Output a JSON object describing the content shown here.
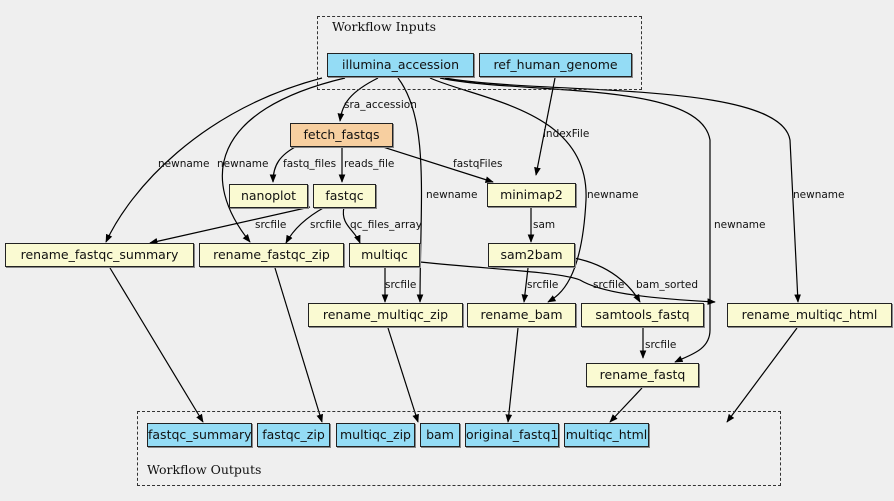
{
  "clusters": {
    "inputs": "Workflow Inputs",
    "outputs": "Workflow Outputs"
  },
  "nodes": {
    "illumina_accession": "illumina_accession",
    "ref_human_genome": "ref_human_genome",
    "fetch_fastqs": "fetch_fastqs",
    "nanoplot": "nanoplot",
    "fastqc": "fastqc",
    "minimap2": "minimap2",
    "sam2bam": "sam2bam",
    "rename_fastqc_summary": "rename_fastqc_summary",
    "rename_fastqc_zip": "rename_fastqc_zip",
    "multiqc": "multiqc",
    "rename_multiqc_zip": "rename_multiqc_zip",
    "rename_bam": "rename_bam",
    "samtools_fastq": "samtools_fastq",
    "rename_multiqc_html": "rename_multiqc_html",
    "rename_fastq": "rename_fastq",
    "fastqc_summary": "fastqc_summary",
    "fastqc_zip": "fastqc_zip",
    "multiqc_zip": "multiqc_zip",
    "bam": "bam",
    "original_fastq1": "original_fastq1",
    "multiqc_html": "multiqc_html"
  },
  "edge_labels": {
    "sra_accession": "sra_accession",
    "indexFile": "indexFile",
    "newname_summary": "newname",
    "newname_fqzip": "newname",
    "fastq_files": "fastq_files",
    "reads_file": "reads_file",
    "fastqFiles": "fastqFiles",
    "newname_mqzip": "newname",
    "newname_bam": "newname",
    "newname_fastq": "newname",
    "newname_mqhtml": "newname",
    "sam": "sam",
    "srcfile_summary": "srcfile",
    "srcfile_fqzip": "srcfile",
    "qc_files_array": "qc_files_array",
    "srcfile_mqzip": "srcfile",
    "srcfile_bam": "srcfile",
    "srcfile_mqhtml": "srcfile",
    "bam_sorted": "bam_sorted",
    "srcfile_fastq": "srcfile"
  },
  "colors": {
    "io_node": "#94dcf5",
    "step_node": "#fafad2",
    "fetch_node": "#f7cfa0",
    "background": "#efefef"
  }
}
